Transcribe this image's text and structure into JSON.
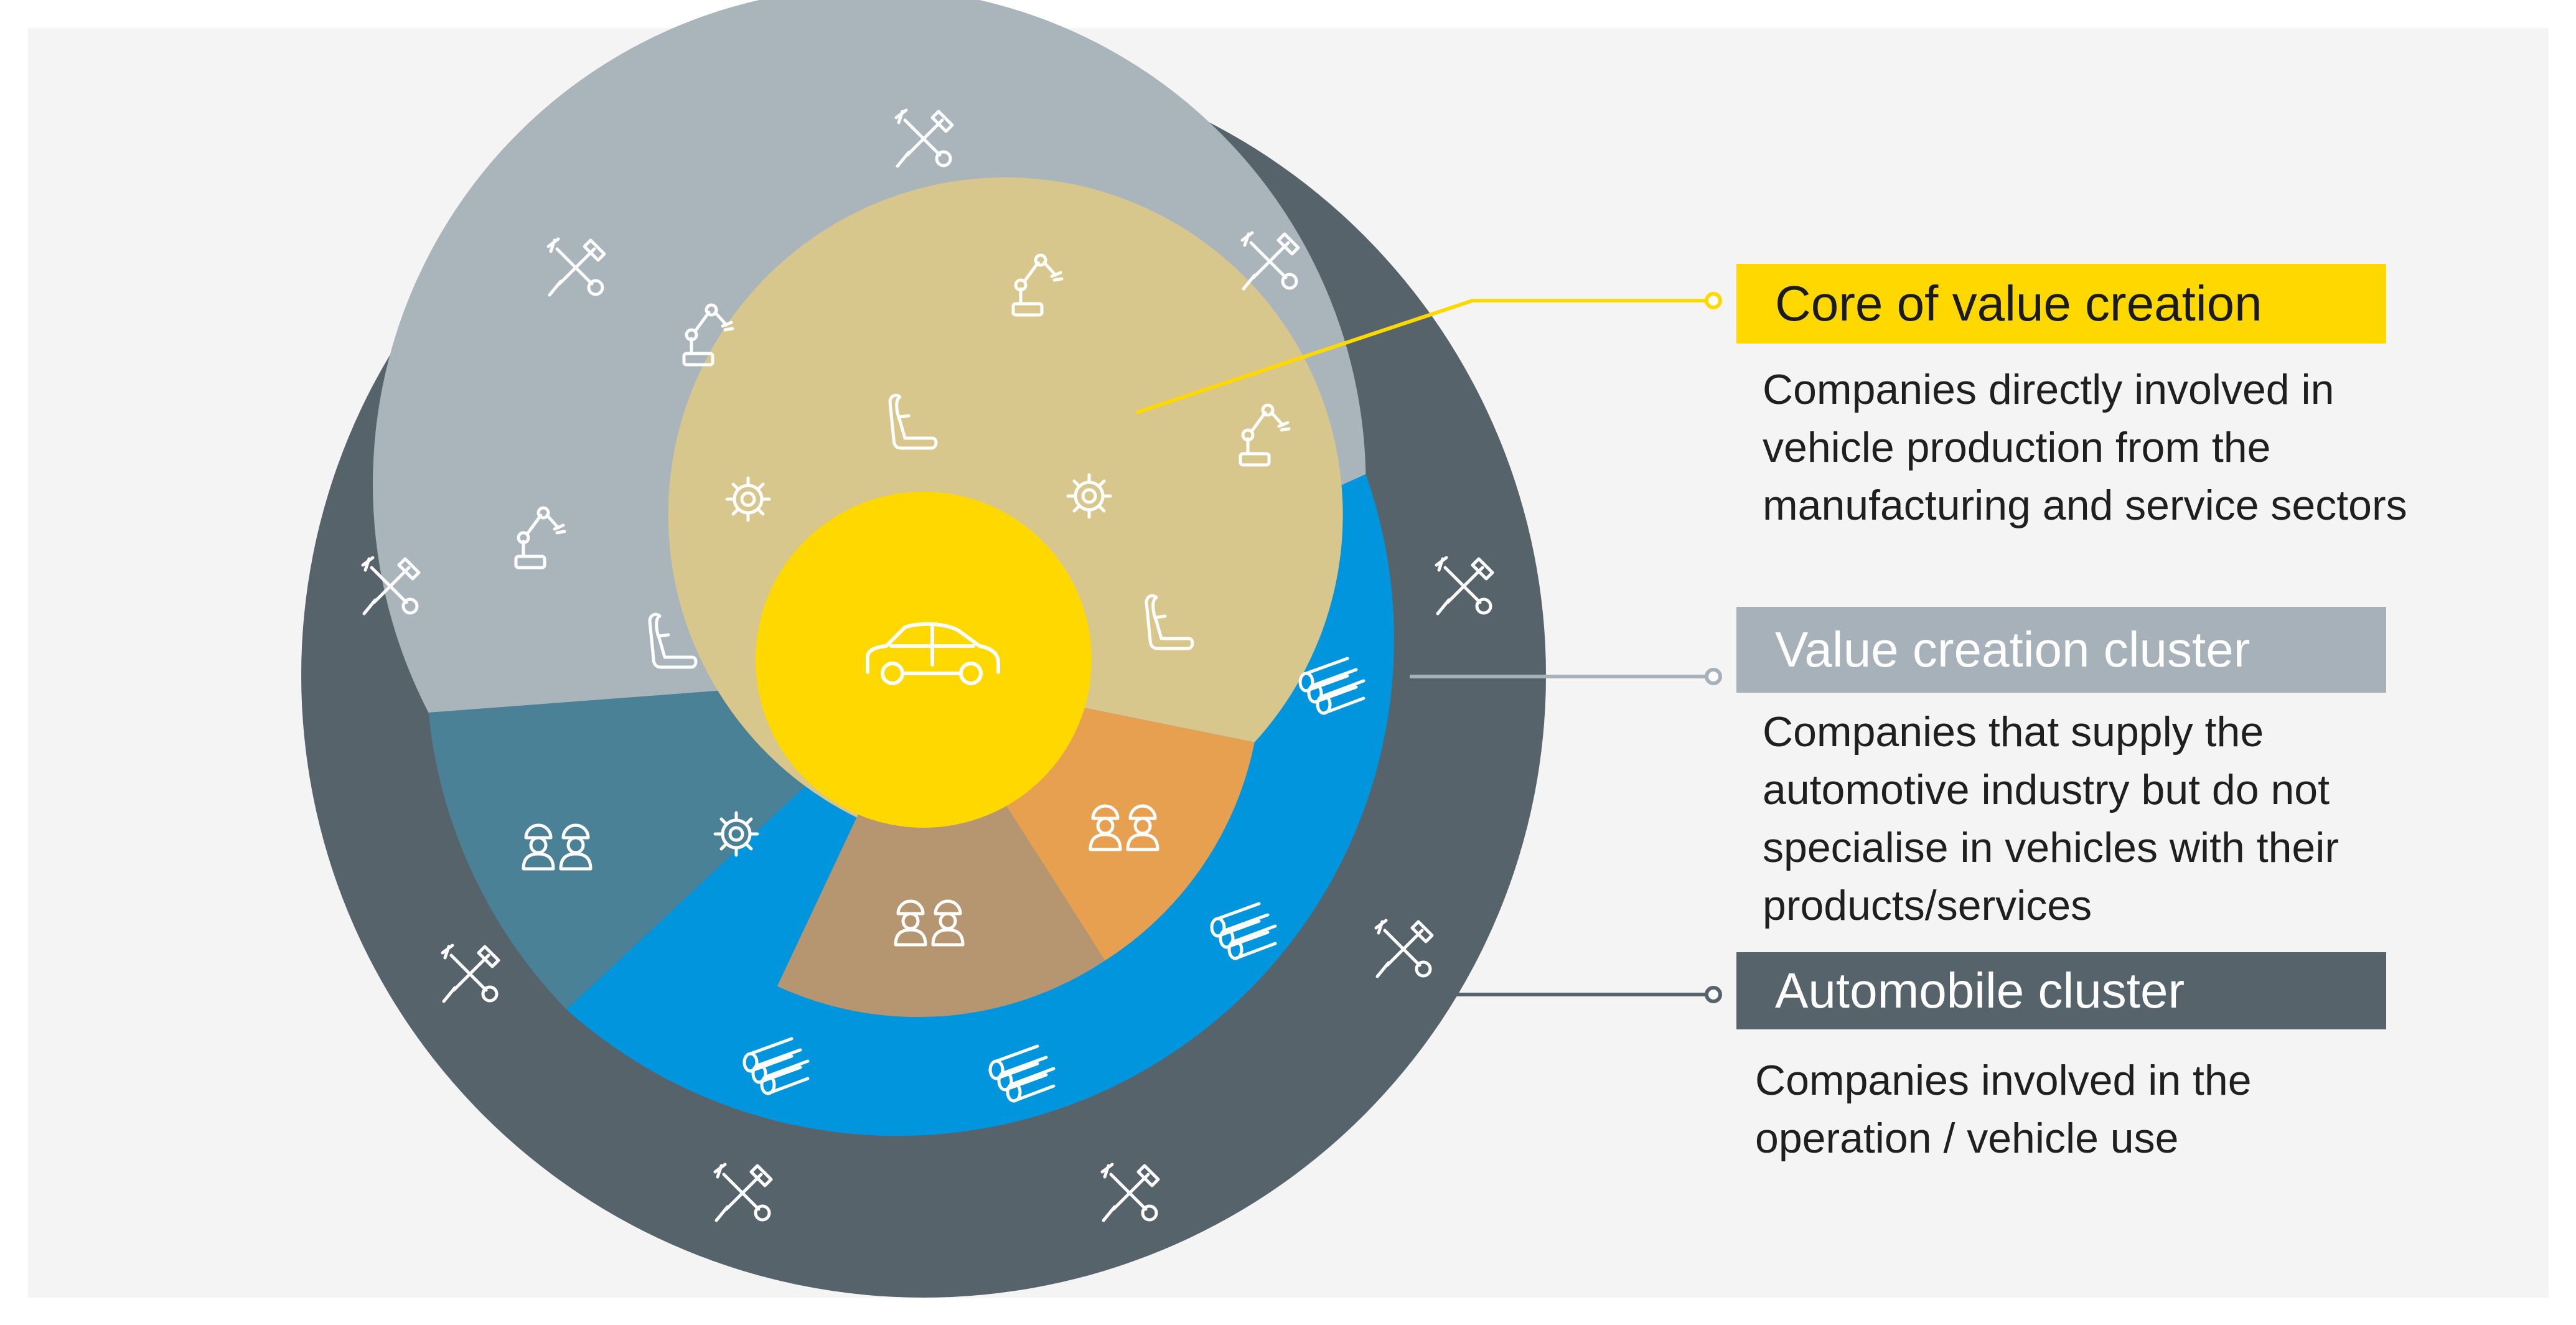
{
  "legend": {
    "core": {
      "title": "Core of value creation",
      "description": [
        "Companies directly involved in",
        "vehicle production from the",
        "manufacturing and service sectors"
      ],
      "color": "#ffd800"
    },
    "value_cluster": {
      "title": "Value creation cluster",
      "description": [
        "Companies that supply the",
        "automotive industry but do not",
        "specialise in vehicles with their",
        "products/services"
      ],
      "color": "#a7b1b9"
    },
    "auto_cluster": {
      "title": "Automobile cluster",
      "description": [
        "Companies involved in the",
        "operation / vehicle use"
      ],
      "color": "#56636b"
    }
  },
  "colors": {
    "outer_ring": "#56636b",
    "value_robots": "#a9b4bb",
    "value_blue": "#0095dc",
    "value_teal": "#4a8196",
    "core_seats": "#d8c78c",
    "core_orange": "#e6a050",
    "core_brown": "#b59671",
    "center": "#ffd800",
    "icon_stroke": "#ffffff"
  },
  "icons": {
    "center": "car-icon",
    "outer": "wrench-screwdriver-icon",
    "robots": "robot-arm-icon",
    "pipes": "pipes-icon",
    "seats": "car-seat-icon",
    "gears": "gear-icon",
    "workers": "workers-icon"
  }
}
